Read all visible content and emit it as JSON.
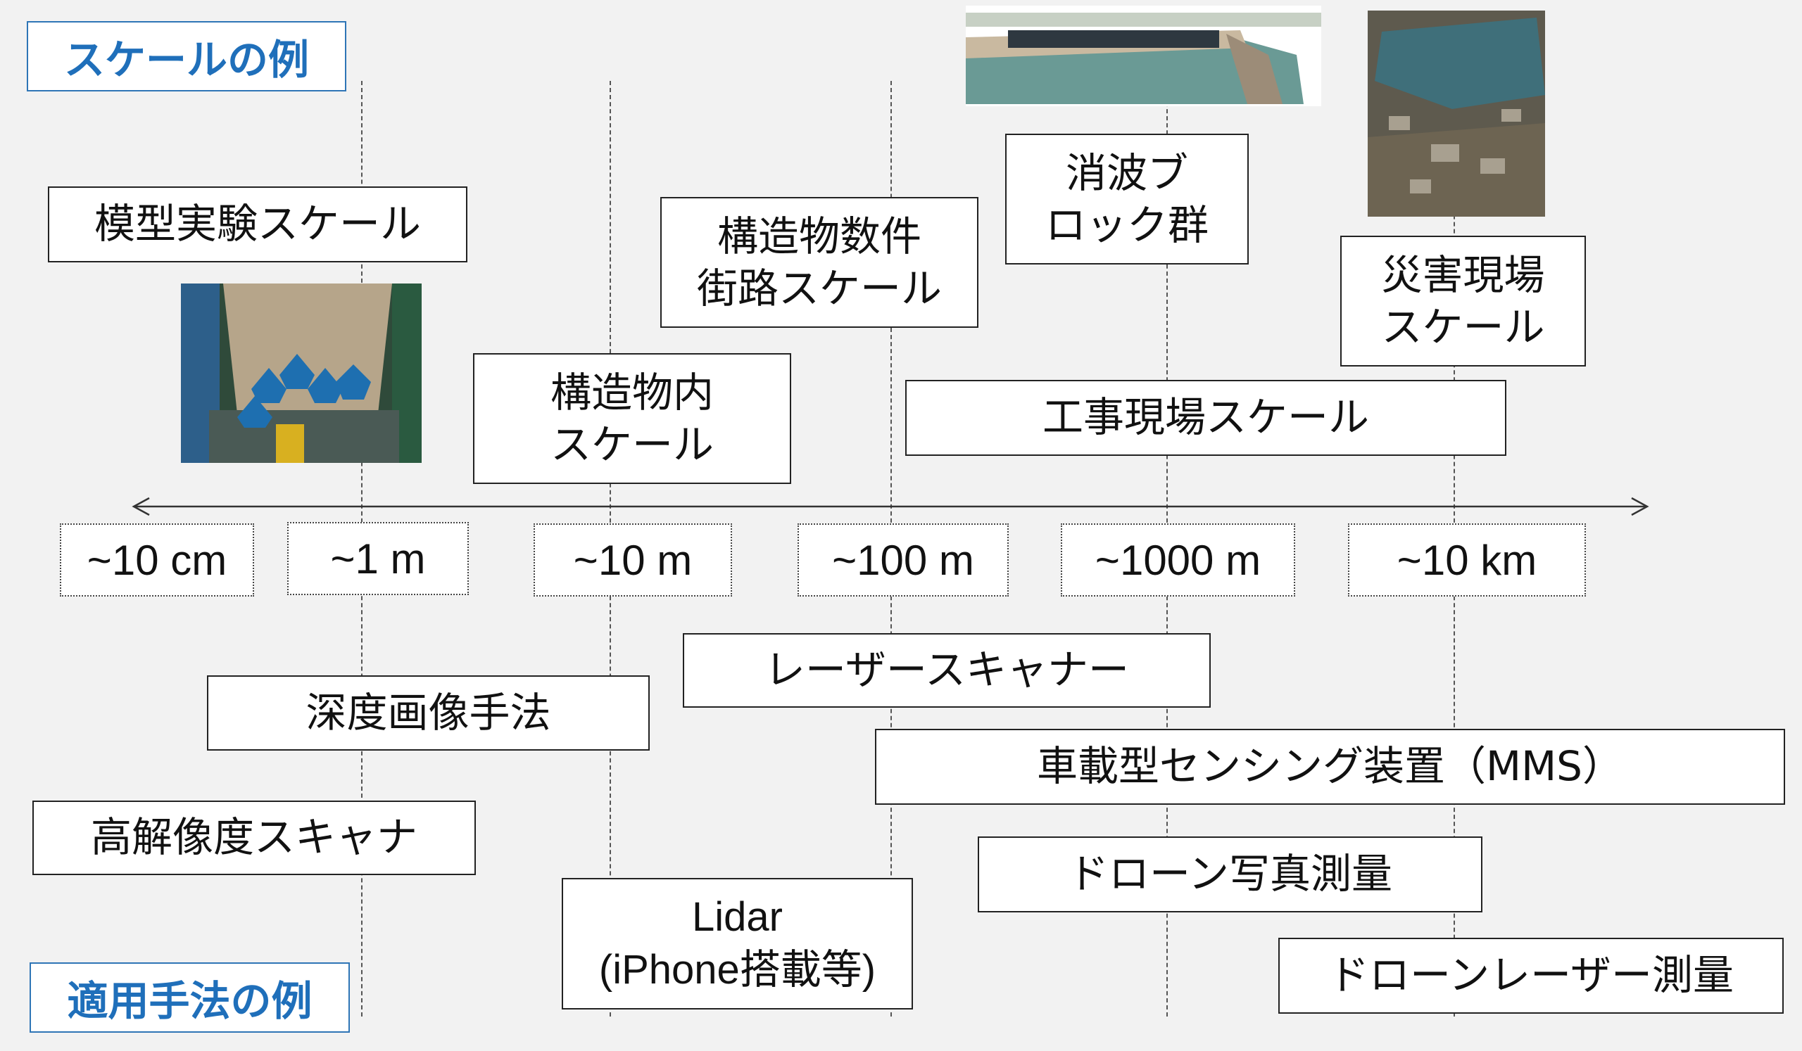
{
  "labels": {
    "scale_examples": "スケールの例",
    "method_examples": "適用手法の例"
  },
  "scales": [
    {
      "label": "模型実験スケール"
    },
    {
      "label": "構造物内\nスケール"
    },
    {
      "label": "構造物数件\n街路スケール"
    },
    {
      "label": "消波ブ\nロック群"
    },
    {
      "label": "工事現場スケール"
    },
    {
      "label": "災害現場\nスケール"
    }
  ],
  "ticks": [
    "~10 cm",
    "~1 m",
    "~10 m",
    "~100 m",
    "~1000 m",
    "~10 km"
  ],
  "methods": [
    {
      "label": "深度画像手法"
    },
    {
      "label": "レーザースキャナー"
    },
    {
      "label": "車載型センシング装置（MMS）"
    },
    {
      "label": "高解像度スキャナ"
    },
    {
      "label": "ドローン写真測量"
    },
    {
      "label": "Lidar\n(iPhone搭載等)"
    },
    {
      "label": "ドローンレーザー測量"
    }
  ],
  "colors": {
    "accent": "#1f6fba",
    "background": "#f2f2f2",
    "box_border": "#222222"
  },
  "photos": [
    "model-experiment-photo",
    "breakwater-blocks-photo",
    "disaster-site-aerial-photo"
  ]
}
